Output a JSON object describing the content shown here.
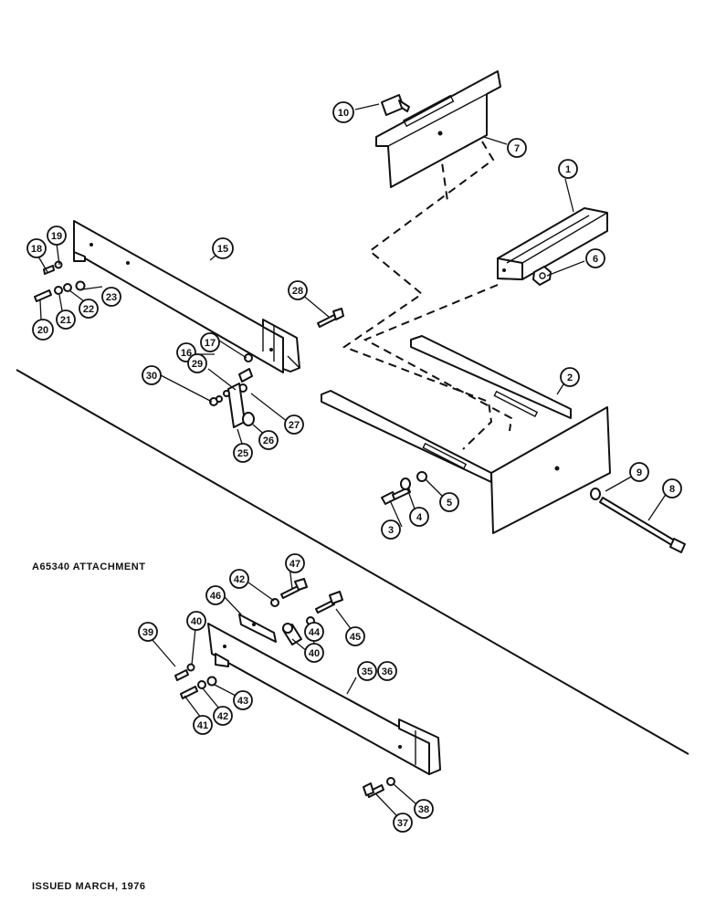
{
  "attachment_label": "A65340 ATTACHMENT",
  "issued_label": "ISSUED MARCH, 1976",
  "callouts": [
    "1",
    "2",
    "3",
    "4",
    "5",
    "6",
    "7",
    "8",
    "9",
    "10",
    "15",
    "16",
    "17",
    "18",
    "19",
    "20",
    "21",
    "22",
    "23",
    "25",
    "26",
    "27",
    "28",
    "29",
    "30",
    "35",
    "36",
    "37",
    "38",
    "39",
    "40",
    "41",
    "42",
    "43",
    "44",
    "45",
    "46",
    "47"
  ]
}
